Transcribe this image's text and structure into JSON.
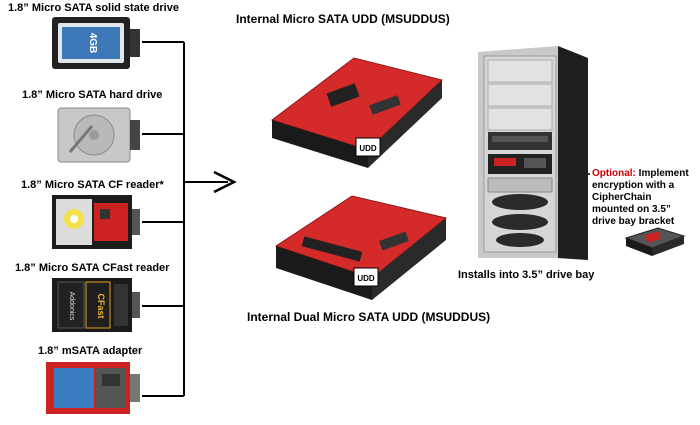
{
  "drives": [
    {
      "label": "1.8” Micro SATA solid state drive",
      "chip_text": "4GB"
    },
    {
      "label": "1.8” Micro SATA hard drive"
    },
    {
      "label": "1.8” Micro SATA CF reader*"
    },
    {
      "label": "1.8” Micro SATA CFast reader",
      "card_brand": "Addonics",
      "card_text": "CFast"
    },
    {
      "label": "1.8” mSATA adapter"
    }
  ],
  "enclosures": {
    "single_title": "Internal Micro SATA UDD (MSUDDUS)",
    "dual_title": "Internal Dual Micro SATA UDD (MSUDDUS)",
    "plate_text": "UDD"
  },
  "tower": {
    "caption": "Installs into 3.5” drive bay",
    "note_highlight": "Optional:",
    "note_text": " Implement encryption with a CipherChain mounted on 3.5” drive bay bracket"
  },
  "colors": {
    "pcb_red": "#d42a2a",
    "frame_black": "#1a1a1a",
    "tower_silver": "#c9c9c9",
    "optional_red": "#cc0000"
  }
}
